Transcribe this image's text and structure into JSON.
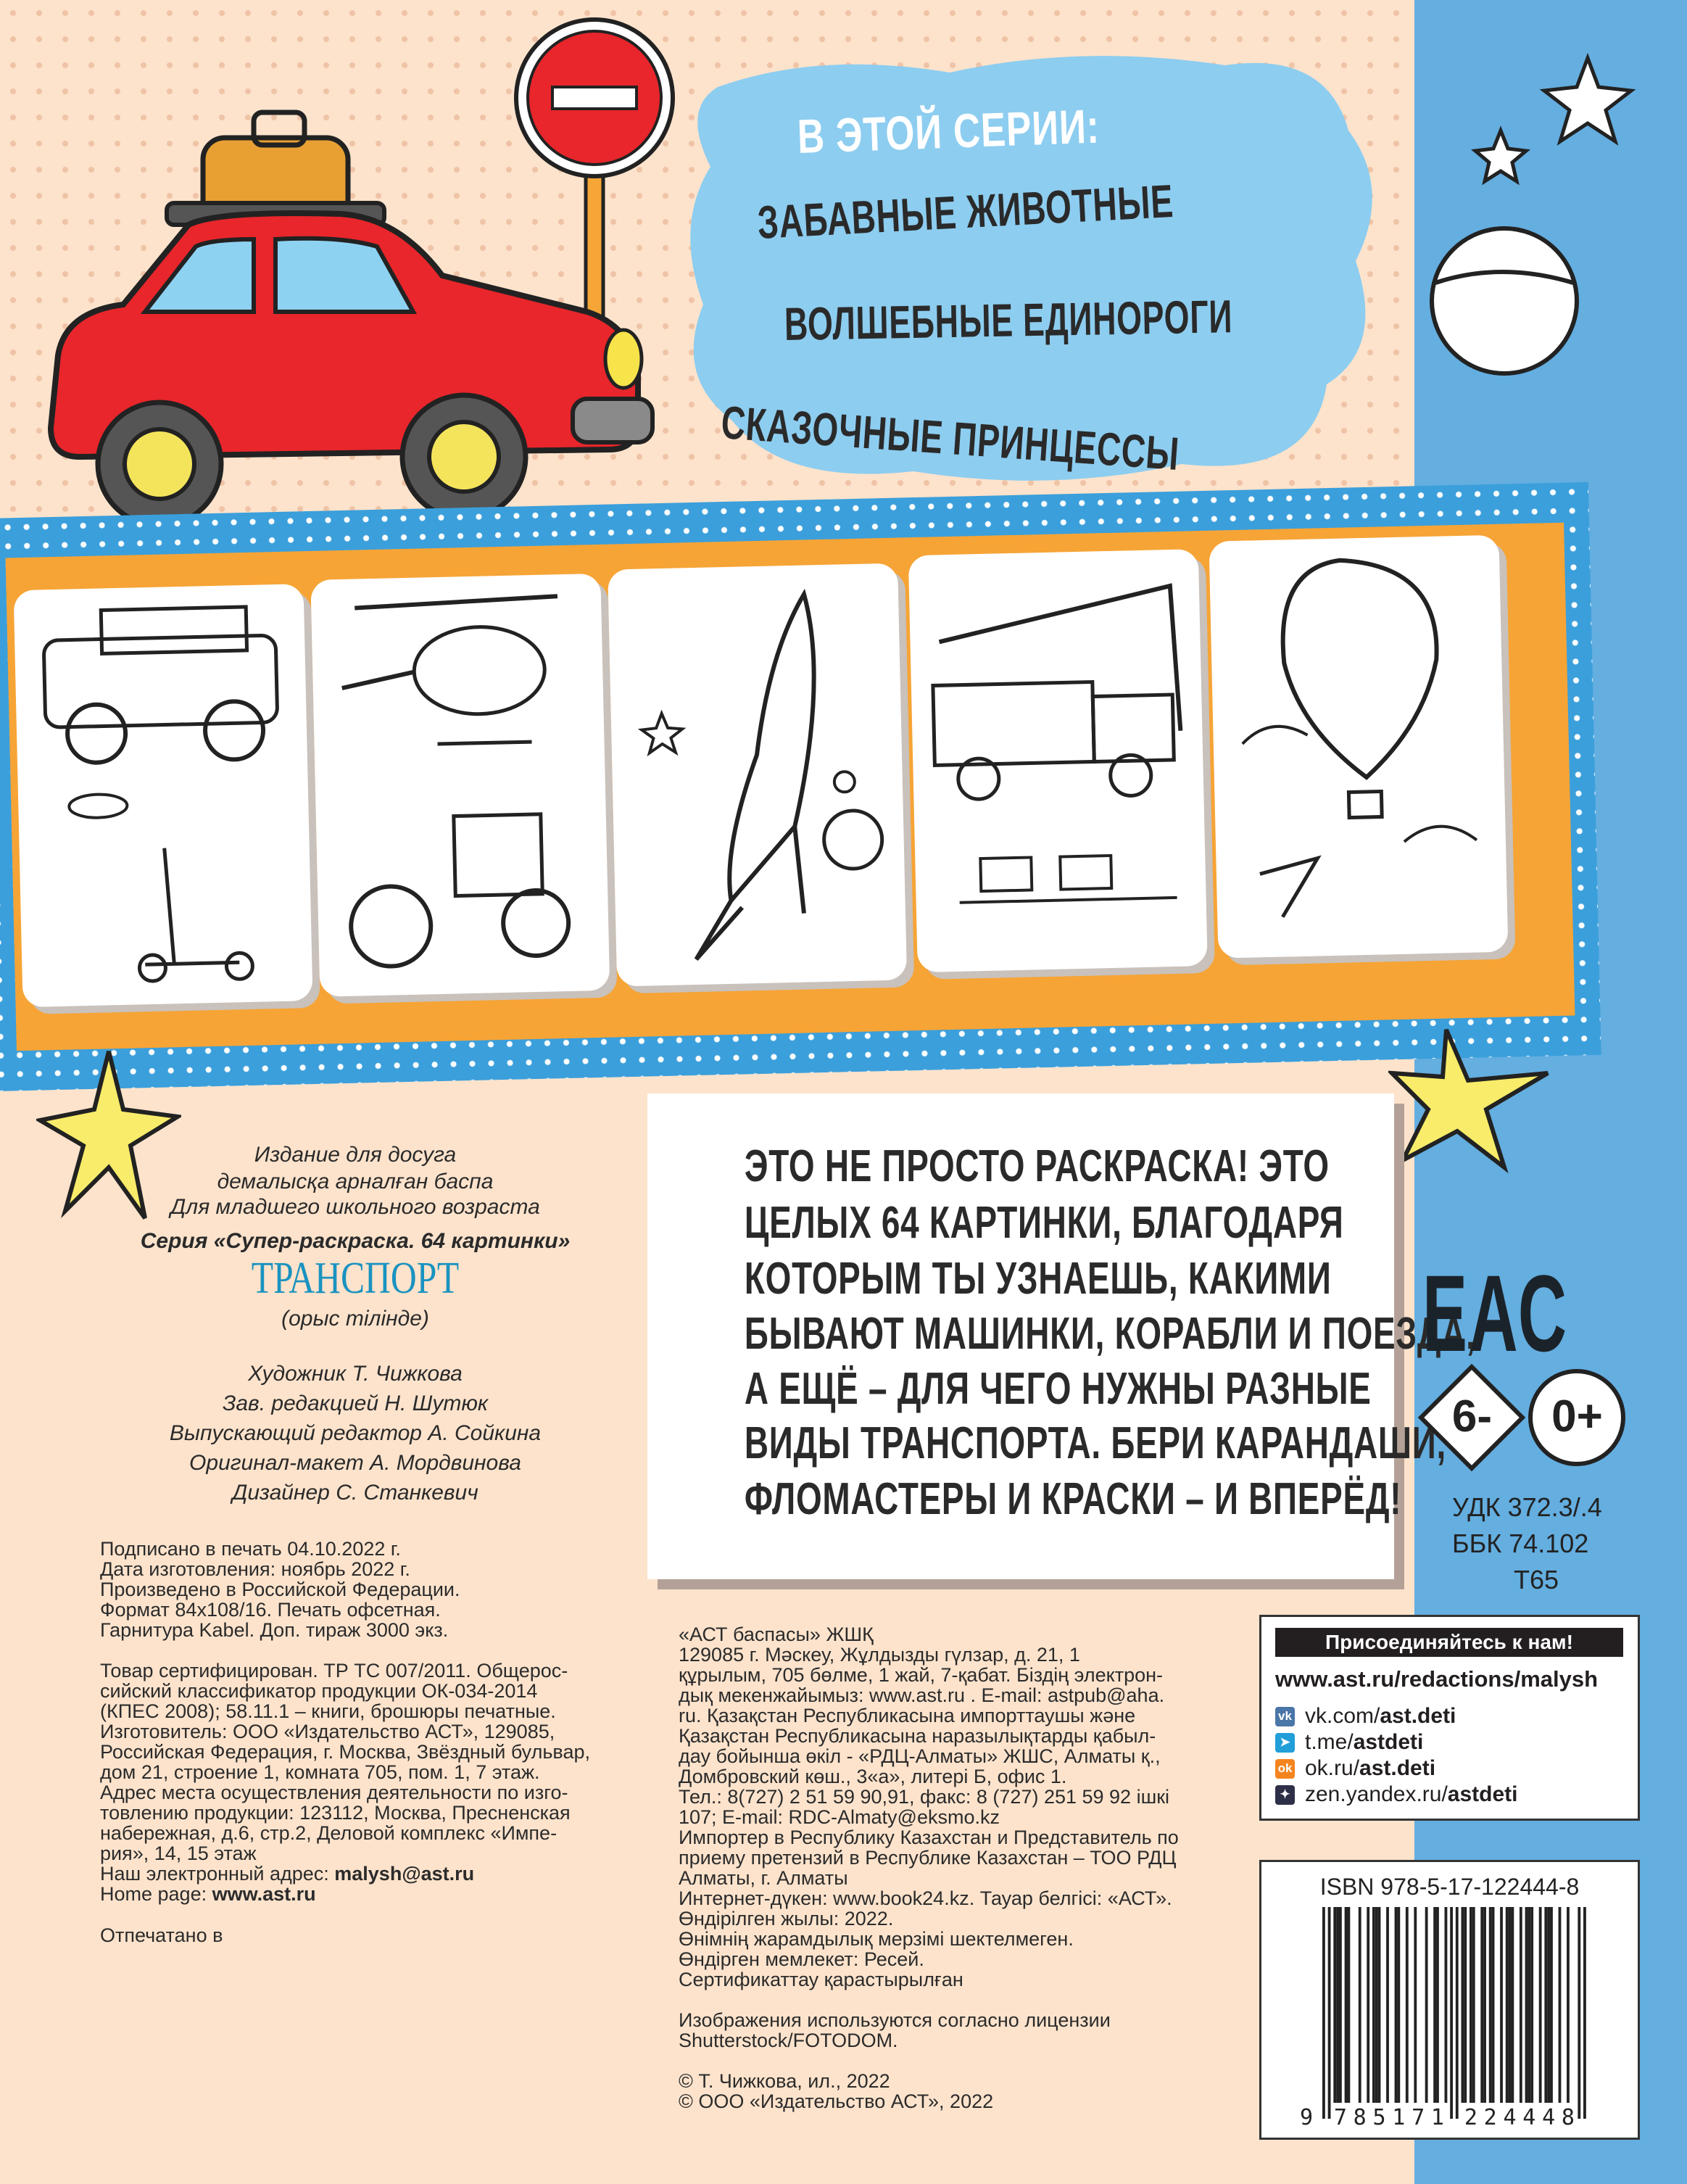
{
  "colors": {
    "background": "#fde3cc",
    "stripe": "#64aee0",
    "strip_blue": "#3b9fdb",
    "frame_orange": "#f6a436",
    "cloud": "#8dcdf0",
    "title_blue": "#1a93c0",
    "car_red": "#e8262b"
  },
  "series_cloud": {
    "heading": "В ЭТОЙ СЕРИИ:",
    "items": [
      "ЗАБАВНЫЕ ЖИВОТНЫЕ",
      "ВОЛШЕБНЫЕ ЕДИНОРОГИ",
      "СКАЗОЧНЫЕ ПРИНЦЕССЫ"
    ]
  },
  "sample_pages": [
    "jeep-scooter",
    "helicopter-roller",
    "rocket",
    "crane-truck",
    "hot-air-balloon"
  ],
  "credits": {
    "edition": "Издание для досуга",
    "edition_kz": "демалысқа арналған баспа",
    "age": "Для младшего школьного возраста",
    "series": "Серия «Супер-раскраска. 64 картинки»",
    "title": "ТРАНСПОРТ",
    "language": "(орыс тілінде)",
    "staff": [
      "Художник Т. Чижкова",
      "Зав. редакцией Н. Шутюк",
      "Выпускающий редактор А. Сойкина",
      "Оригинал-макет А. Мордвинова",
      "Дизайнер С. Станкевич"
    ]
  },
  "blurb": [
    "ЭТО НЕ ПРОСТО РАСКРАСКА! ЭТО",
    "ЦЕЛЫХ 64 КАРТИНКИ, БЛАГОДАРЯ",
    "КОТОРЫМ ТЫ УЗНАЕШЬ, КАКИМИ",
    "БЫВАЮТ МАШИНКИ, КОРАБЛИ И ПОЕЗДА,",
    "А ЕЩЁ – ДЛЯ ЧЕГО НУЖНЫ РАЗНЫЕ",
    "ВИДЫ ТРАНСПОРТА. БЕРИ КАРАНДАШИ,",
    "ФЛОМАСТЕРЫ И КРАСКИ – И ВПЕРЁД!"
  ],
  "imprint": {
    "lines": [
      "Подписано в печать 04.10.2022 г.",
      "Дата изготовления: ноябрь 2022 г.",
      "Произведено в Российской Федерации.",
      "Формат 84x108/16. Печать офсетная.",
      "Гарнитура Kabel. Доп. тираж 3000 экз.",
      "",
      "Товар сертифицирован. ТР ТС 007/2011. Общерос-",
      "сийский классификатор продукции ОК-034-2014",
      "(КПЕС 2008); 58.11.1 – книги, брошюры печатные.",
      "Изготовитель: ООО «Издательство АСТ», 129085,",
      "Российская Федерация, г. Москва, Звёздный бульвар,",
      "дом 21, строение 1, комната 705, пом. 1, 7 этаж.",
      "Адрес места осуществления деятельности по изго-",
      "товлению продукции: 123112, Москва, Пресненская",
      "набережная, д.6, стр.2, Деловой комплекс «Импе-",
      "рия», 14, 15 этаж"
    ],
    "email_label": "Наш электронный адрес: ",
    "email": "malysh@ast.ru",
    "home_label": "Home page: ",
    "home": "www.ast.ru",
    "printed": "Отпечатано в"
  },
  "kz": {
    "lines": [
      "«АСТ баспасы» ЖШҚ",
      "129085 г. Мәскеу,  Жұлдызды гүлзар, д. 21, 1",
      "құрылым, 705 бөлме, 1 жай, 7-қабат. Біздің электрон-",
      "дық мекенжайымыз: www.ast.ru . E-mail: astpub@aha.",
      "ru. Қазақстан Республикасына импорттаушы және",
      "Қазақстан Республикасына наразылықтарды қабыл-",
      "дау бойынша өкіл - «РДЦ-Алматы» ЖШС, Алматы қ.,",
      "Домбровский көш., 3«а», литері Б, офис 1.",
      "Тел.: 8(727) 2 51 59 90,91, факс: 8 (727) 251 59 92 ішкі",
      "107;  E-mail: RDC-Almaty@eksmo.kz",
      "Импортер в Республику Казахстан и Представитель по",
      "приему претензий в Республике Казахстан – ТОО РДЦ",
      "Алматы, г. Алматы",
      "Интернет-дүкен: www.book24.kz. Тауар белгісі: «АСТ».",
      "Өндірілген жылы: 2022.",
      "Өнімнің жарамдылық мерзімі шектелмеген.",
      "Өндірген мемлекет: Ресей.",
      "Сертификаттау қарастырылған",
      "",
      "Изображения используются согласно лицензии",
      "Shutterstock/FOTODOM.",
      "",
      "© Т. Чижкова, ил., 2022",
      "© ООО «Издательство АСТ», 2022"
    ]
  },
  "marks": {
    "eac": "ЕАС",
    "age_limit": "6-",
    "age_rating": "0+",
    "udk": "УДК 372.3/.4",
    "bbk": "ББК 74.102",
    "code": "Т65"
  },
  "social": {
    "header": "Присоединяйтесь к нам!",
    "url": "www.ast.ru/redactions/malysh",
    "links": [
      {
        "icon": "vk-icon",
        "prefix": "vk.com/",
        "handle": "ast.deti"
      },
      {
        "icon": "telegram-icon",
        "prefix": "t.me/",
        "handle": "astdeti"
      },
      {
        "icon": "ok-icon",
        "prefix": "ok.ru/",
        "handle": "ast.deti"
      },
      {
        "icon": "zen-icon",
        "prefix": "zen.yandex.ru/",
        "handle": "astdeti"
      }
    ]
  },
  "isbn": {
    "text": "ISBN 978-5-17-122444-8",
    "ean": "9785171224448"
  }
}
